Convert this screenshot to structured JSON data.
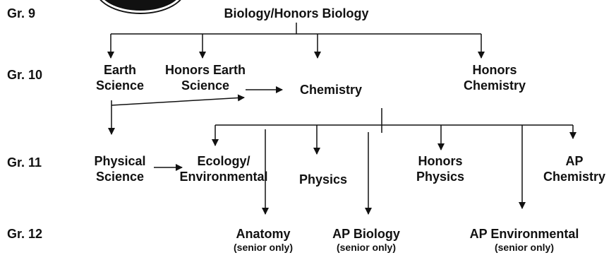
{
  "grades": {
    "g9": "Gr. 9",
    "g10": "Gr. 10",
    "g11": "Gr. 11",
    "g12": "Gr. 12"
  },
  "courses": {
    "bio": "Biology/Honors Biology",
    "earth_sci_1": "Earth",
    "earth_sci_2": "Science",
    "honors_earth_1": "Honors Earth",
    "honors_earth_2": "Science",
    "chemistry": "Chemistry",
    "honors_chem_1": "Honors",
    "honors_chem_2": "Chemistry",
    "phys_sci_1": "Physical",
    "phys_sci_2": "Science",
    "ecology_1": "Ecology/",
    "ecology_2": "Environmental",
    "physics": "Physics",
    "honors_phys_1": "Honors",
    "honors_phys_2": "Physics",
    "ap_chem_1": "AP",
    "ap_chem_2": "Chemistry",
    "anatomy": "Anatomy",
    "ap_bio": "AP Biology",
    "ap_env": "AP Environmental"
  },
  "notes": {
    "anatomy_note": "(senior only)",
    "ap_bio_note": "(senior only)",
    "ap_env_note": "(senior only)"
  }
}
